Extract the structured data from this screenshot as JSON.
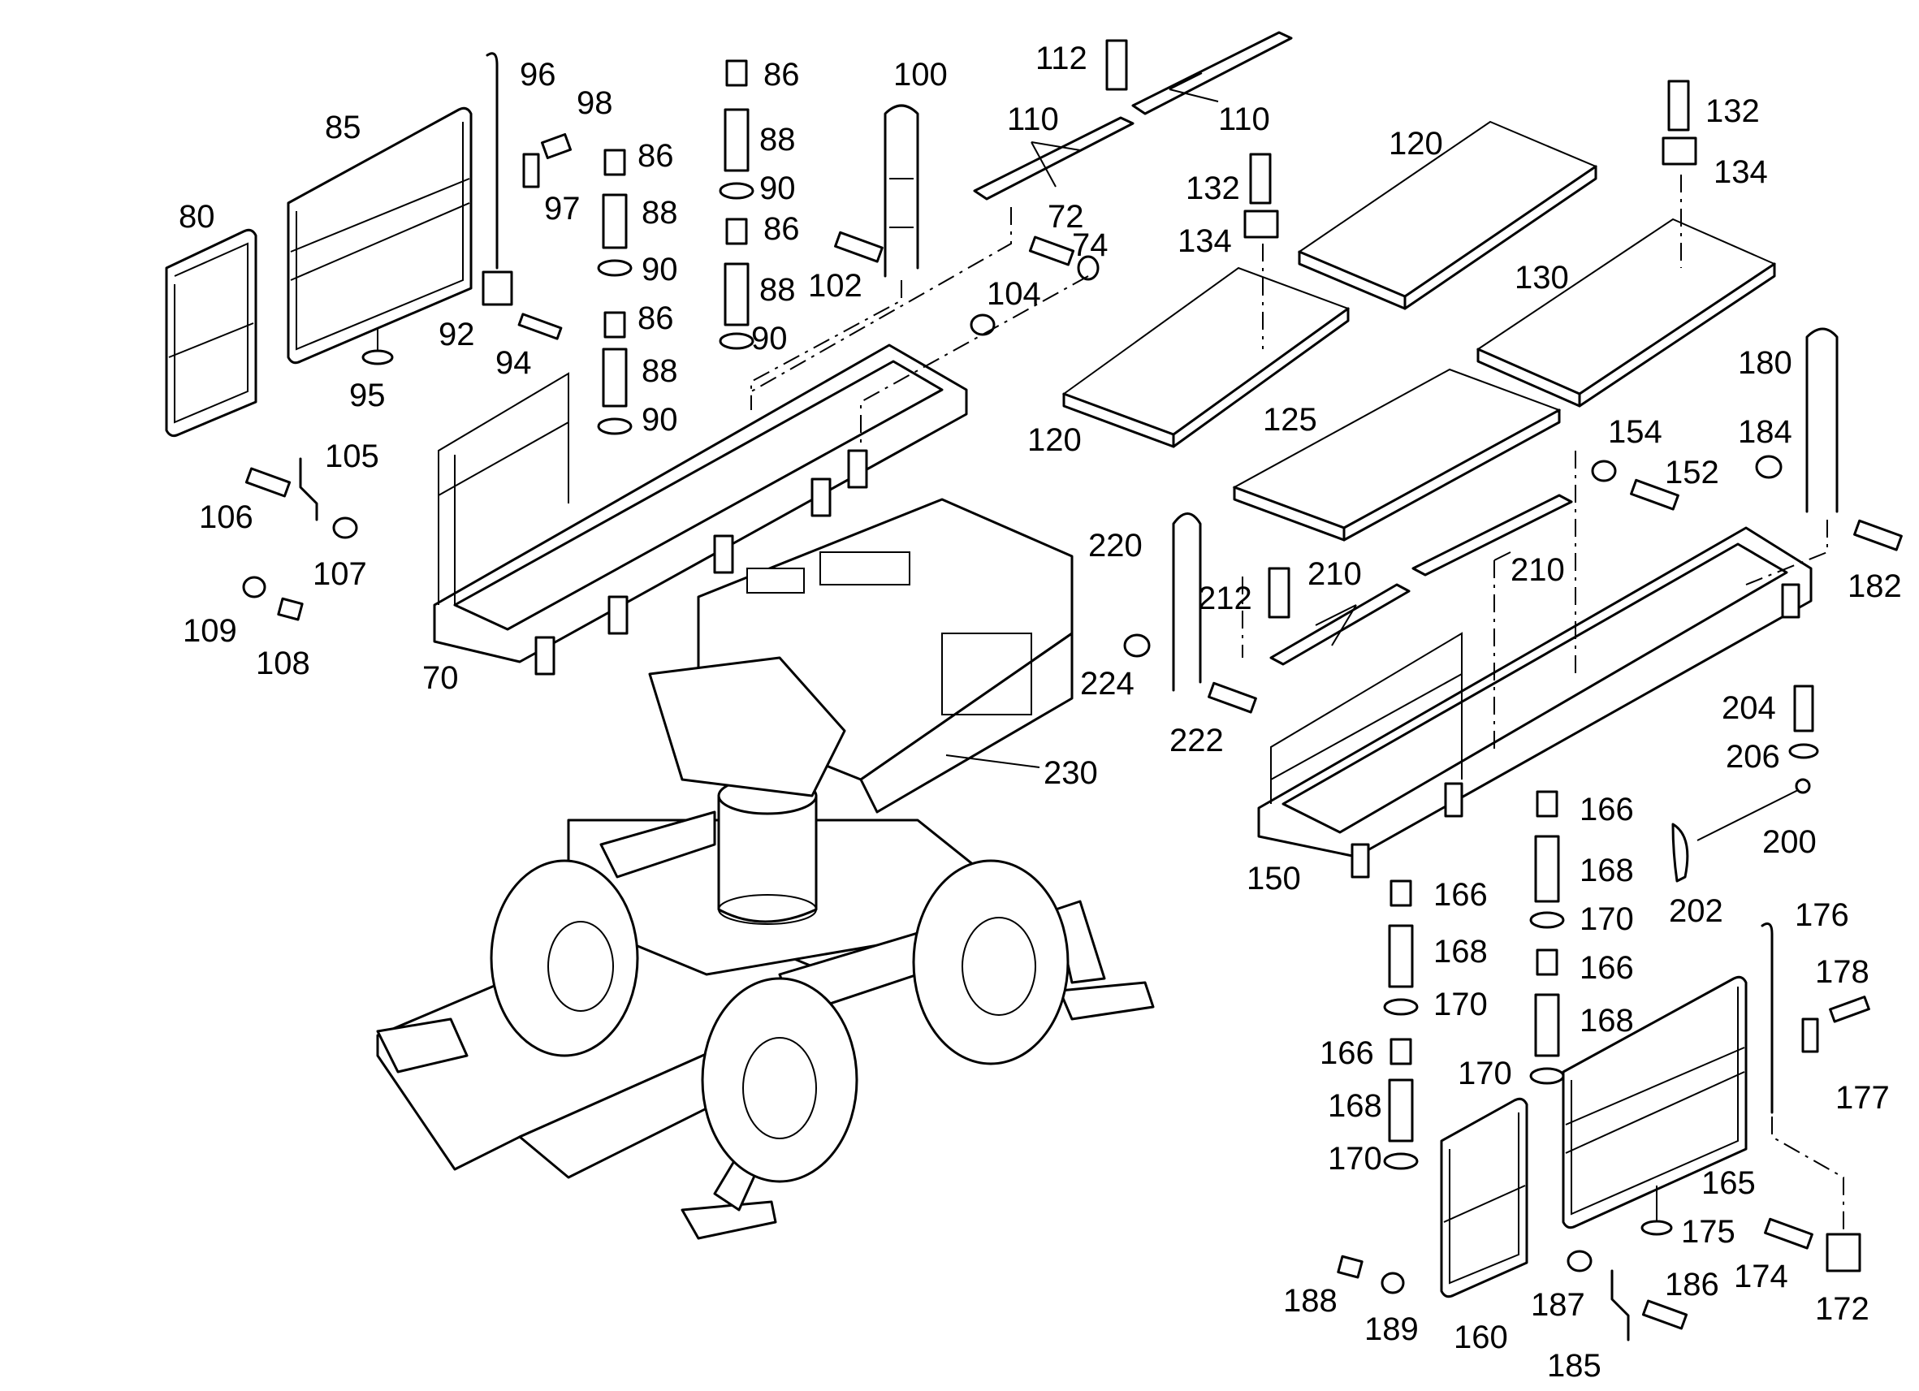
{
  "labels": {
    "l70": "70",
    "l72": "72",
    "l74": "74",
    "l80": "80",
    "l85": "85",
    "l86a": "86",
    "l86b": "86",
    "l86c": "86",
    "l86d": "86",
    "l88a": "88",
    "l88b": "88",
    "l88c": "88",
    "l88d": "88",
    "l90a": "90",
    "l90b": "90",
    "l90c": "90",
    "l90d": "90",
    "l92": "92",
    "l94": "94",
    "l95": "95",
    "l96": "96",
    "l97": "97",
    "l98": "98",
    "l100": "100",
    "l102": "102",
    "l104": "104",
    "l105": "105",
    "l106": "106",
    "l107": "107",
    "l108": "108",
    "l109": "109",
    "l110a": "110",
    "l110b": "110",
    "l112": "112",
    "l120a": "120",
    "l120b": "120",
    "l125": "125",
    "l130": "130",
    "l132a": "132",
    "l132b": "132",
    "l134a": "134",
    "l134b": "134",
    "l150": "150",
    "l152": "152",
    "l154": "154",
    "l160": "160",
    "l165": "165",
    "l166a": "166",
    "l166b": "166",
    "l166c": "166",
    "l166d": "166",
    "l168a": "168",
    "l168b": "168",
    "l168c": "168",
    "l168d": "168",
    "l170a": "170",
    "l170b": "170",
    "l170c": "170",
    "l170d": "170",
    "l172": "172",
    "l174": "174",
    "l175": "175",
    "l176": "176",
    "l177": "177",
    "l178": "178",
    "l180": "180",
    "l182": "182",
    "l184": "184",
    "l185": "185",
    "l186": "186",
    "l187": "187",
    "l188": "188",
    "l189": "189",
    "l200": "200",
    "l202": "202",
    "l204": "204",
    "l206": "206",
    "l210a": "210",
    "l210b": "210",
    "l212": "212",
    "l220": "220",
    "l222": "222",
    "l224": "224",
    "l230": "230"
  }
}
